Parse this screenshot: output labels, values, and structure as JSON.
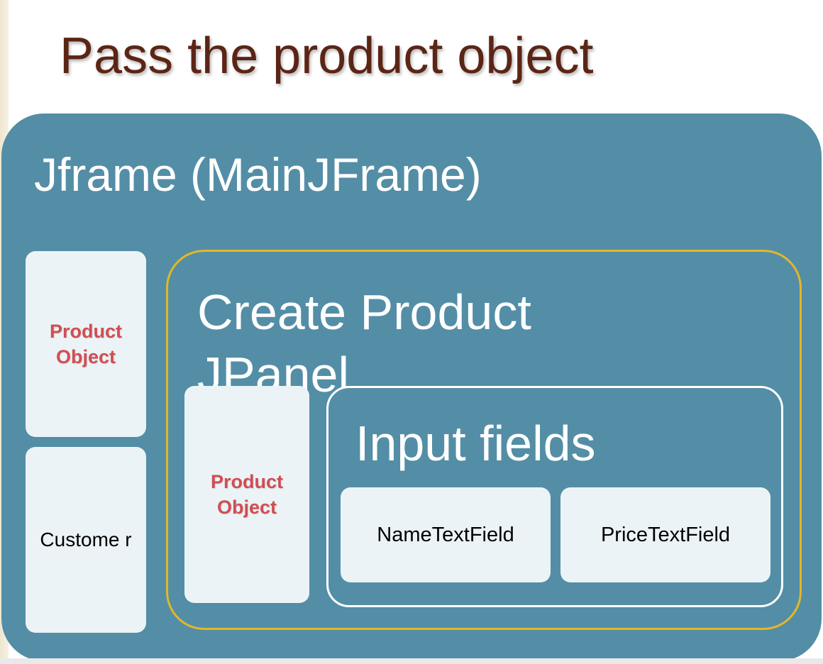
{
  "slide": {
    "title": "Pass the product object"
  },
  "frame": {
    "title": "Jframe (MainJFrame)",
    "sidebar": {
      "product_object": "Product Object",
      "customer": "Custome r"
    }
  },
  "panel": {
    "title": "Create Product JPanel",
    "product_object": "Product Object",
    "input_fields": {
      "title": "Input fields",
      "name_field": "NameTextField",
      "price_field": "PriceTextField"
    }
  },
  "colors": {
    "title_text": "#5b2516",
    "frame_fill": "#538ea6",
    "box_fill": "#ecf3f6",
    "panel_border": "#e3b62a",
    "product_label": "#d14d52"
  }
}
